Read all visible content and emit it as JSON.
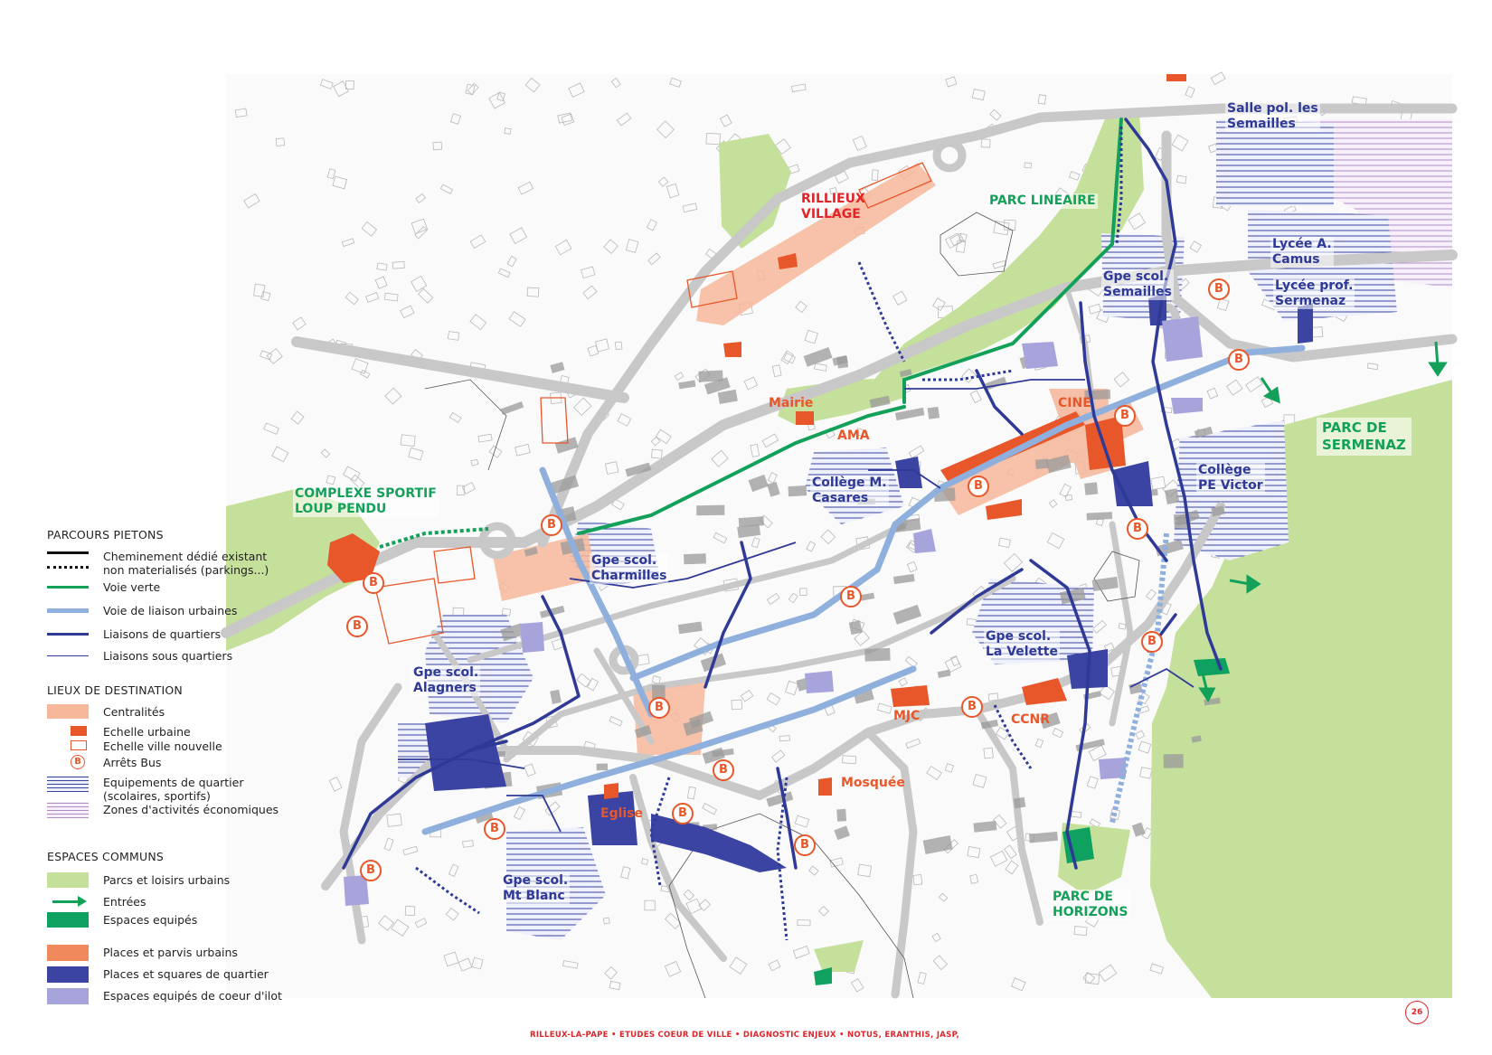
{
  "labels": {
    "salle_pol": [
      "Salle pol. les",
      "Semailles"
    ],
    "parc_lineaire": [
      "PARC LINEAIRE"
    ],
    "rillieux_village": [
      "RILLIEUX",
      "VILLAGE"
    ],
    "lycee_camus": [
      "Lycée A.",
      "Camus"
    ],
    "lycee_prof": [
      "Lycée prof.",
      "Sermenaz"
    ],
    "gpe_semailles": [
      "Gpe scol.",
      "Semailles"
    ],
    "parc_sermenaz": [
      "PARC DE",
      "SERMENAZ"
    ],
    "cine": [
      "CINE"
    ],
    "mairie": [
      "Mairie"
    ],
    "ama": [
      "AMA"
    ],
    "college_casares": [
      "Collège M.",
      "Casares"
    ],
    "college_victor": [
      "Collège",
      "PE Victor"
    ],
    "complexe_sportif": [
      "COMPLEXE SPORTIF",
      "LOUP PENDU"
    ],
    "gpe_charmilles": [
      "Gpe scol.",
      "Charmilles"
    ],
    "gpe_velette": [
      "Gpe scol.",
      "La Velette"
    ],
    "gpe_alagners": [
      "Gpe scol.",
      "Alagners"
    ],
    "mjc": [
      "MJC"
    ],
    "ccnr": [
      "CCNR"
    ],
    "mosquee": [
      "Mosquée"
    ],
    "eglise": [
      "Eglise"
    ],
    "gpe_mtblanc": [
      "Gpe scol.",
      "Mt Blanc"
    ],
    "parc_horizons": [
      "PARC DE",
      "HORIZONS"
    ]
  },
  "bus_stop_symbol": "B",
  "legend": {
    "parcours_title": "PARCOURS PIETONS",
    "parcours": [
      {
        "label": [
          "Cheminement dédié existant",
          "non materialisés (parkings...)"
        ],
        "swatch": "dual-line"
      },
      {
        "label": [
          "Voie verte"
        ],
        "swatch": "green-line"
      },
      {
        "label": [
          "Voie de liaison urbaines"
        ],
        "swatch": "lightblue-line"
      },
      {
        "label": [
          "Liaisons de quartiers"
        ],
        "swatch": "navy-line"
      },
      {
        "label": [
          "Liaisons sous quartiers"
        ],
        "swatch": "thin-navy-line"
      }
    ],
    "lieux_title": "LIEUX DE DESTINATION",
    "lieux": [
      {
        "label": [
          "Centralités"
        ],
        "swatch": "peach-box"
      },
      {
        "label": [
          "Echelle urbaine"
        ],
        "swatch": "orange-square"
      },
      {
        "label": [
          "Echelle ville nouvelle"
        ],
        "swatch": "orange-outline-square"
      },
      {
        "label": [
          "Arrêts Bus"
        ],
        "swatch": "bus-icon"
      },
      {
        "label": [
          "Equipements de quartier",
          "(scolaires, sportifs)"
        ],
        "swatch": "blue-hatch"
      },
      {
        "label": [
          "Zones d'activités économiques"
        ],
        "swatch": "purple-hatch"
      }
    ],
    "espaces_title": "ESPACES COMMUNS",
    "espaces": [
      {
        "label": [
          "Parcs et loisirs urbains"
        ],
        "swatch": "lightgreen-box"
      },
      {
        "label": [
          "Entrées"
        ],
        "swatch": "green-arrow"
      },
      {
        "label": [
          "Espaces equipés"
        ],
        "swatch": "green-box"
      },
      {
        "label": [
          "Places et parvis urbains"
        ],
        "swatch": "orange-box"
      },
      {
        "label": [
          "Places et squares de quartier"
        ],
        "swatch": "navy-box"
      },
      {
        "label": [
          "Espaces equipés de coeur d'ilot"
        ],
        "swatch": "lavender-box"
      }
    ]
  },
  "footer": "RILLEUX-LA-PAPE • ETUDES COEUR DE VILLE • DIAGNOSTIC ENJEUX • NOTUS, ERANTHIS, JASP,",
  "page_number": "26",
  "colors": {
    "road": "#c8c8c8",
    "park": "#c5e09a",
    "green_path": "#13a15a",
    "light_blue_path": "#8fb0dc",
    "navy_path": "#2f3a97",
    "orange": "#e8572a",
    "peach": "#f6b79a",
    "red_text": "#e0242a",
    "lavender": "#a7a4dc",
    "purple_hatch": "#9b72b5"
  }
}
